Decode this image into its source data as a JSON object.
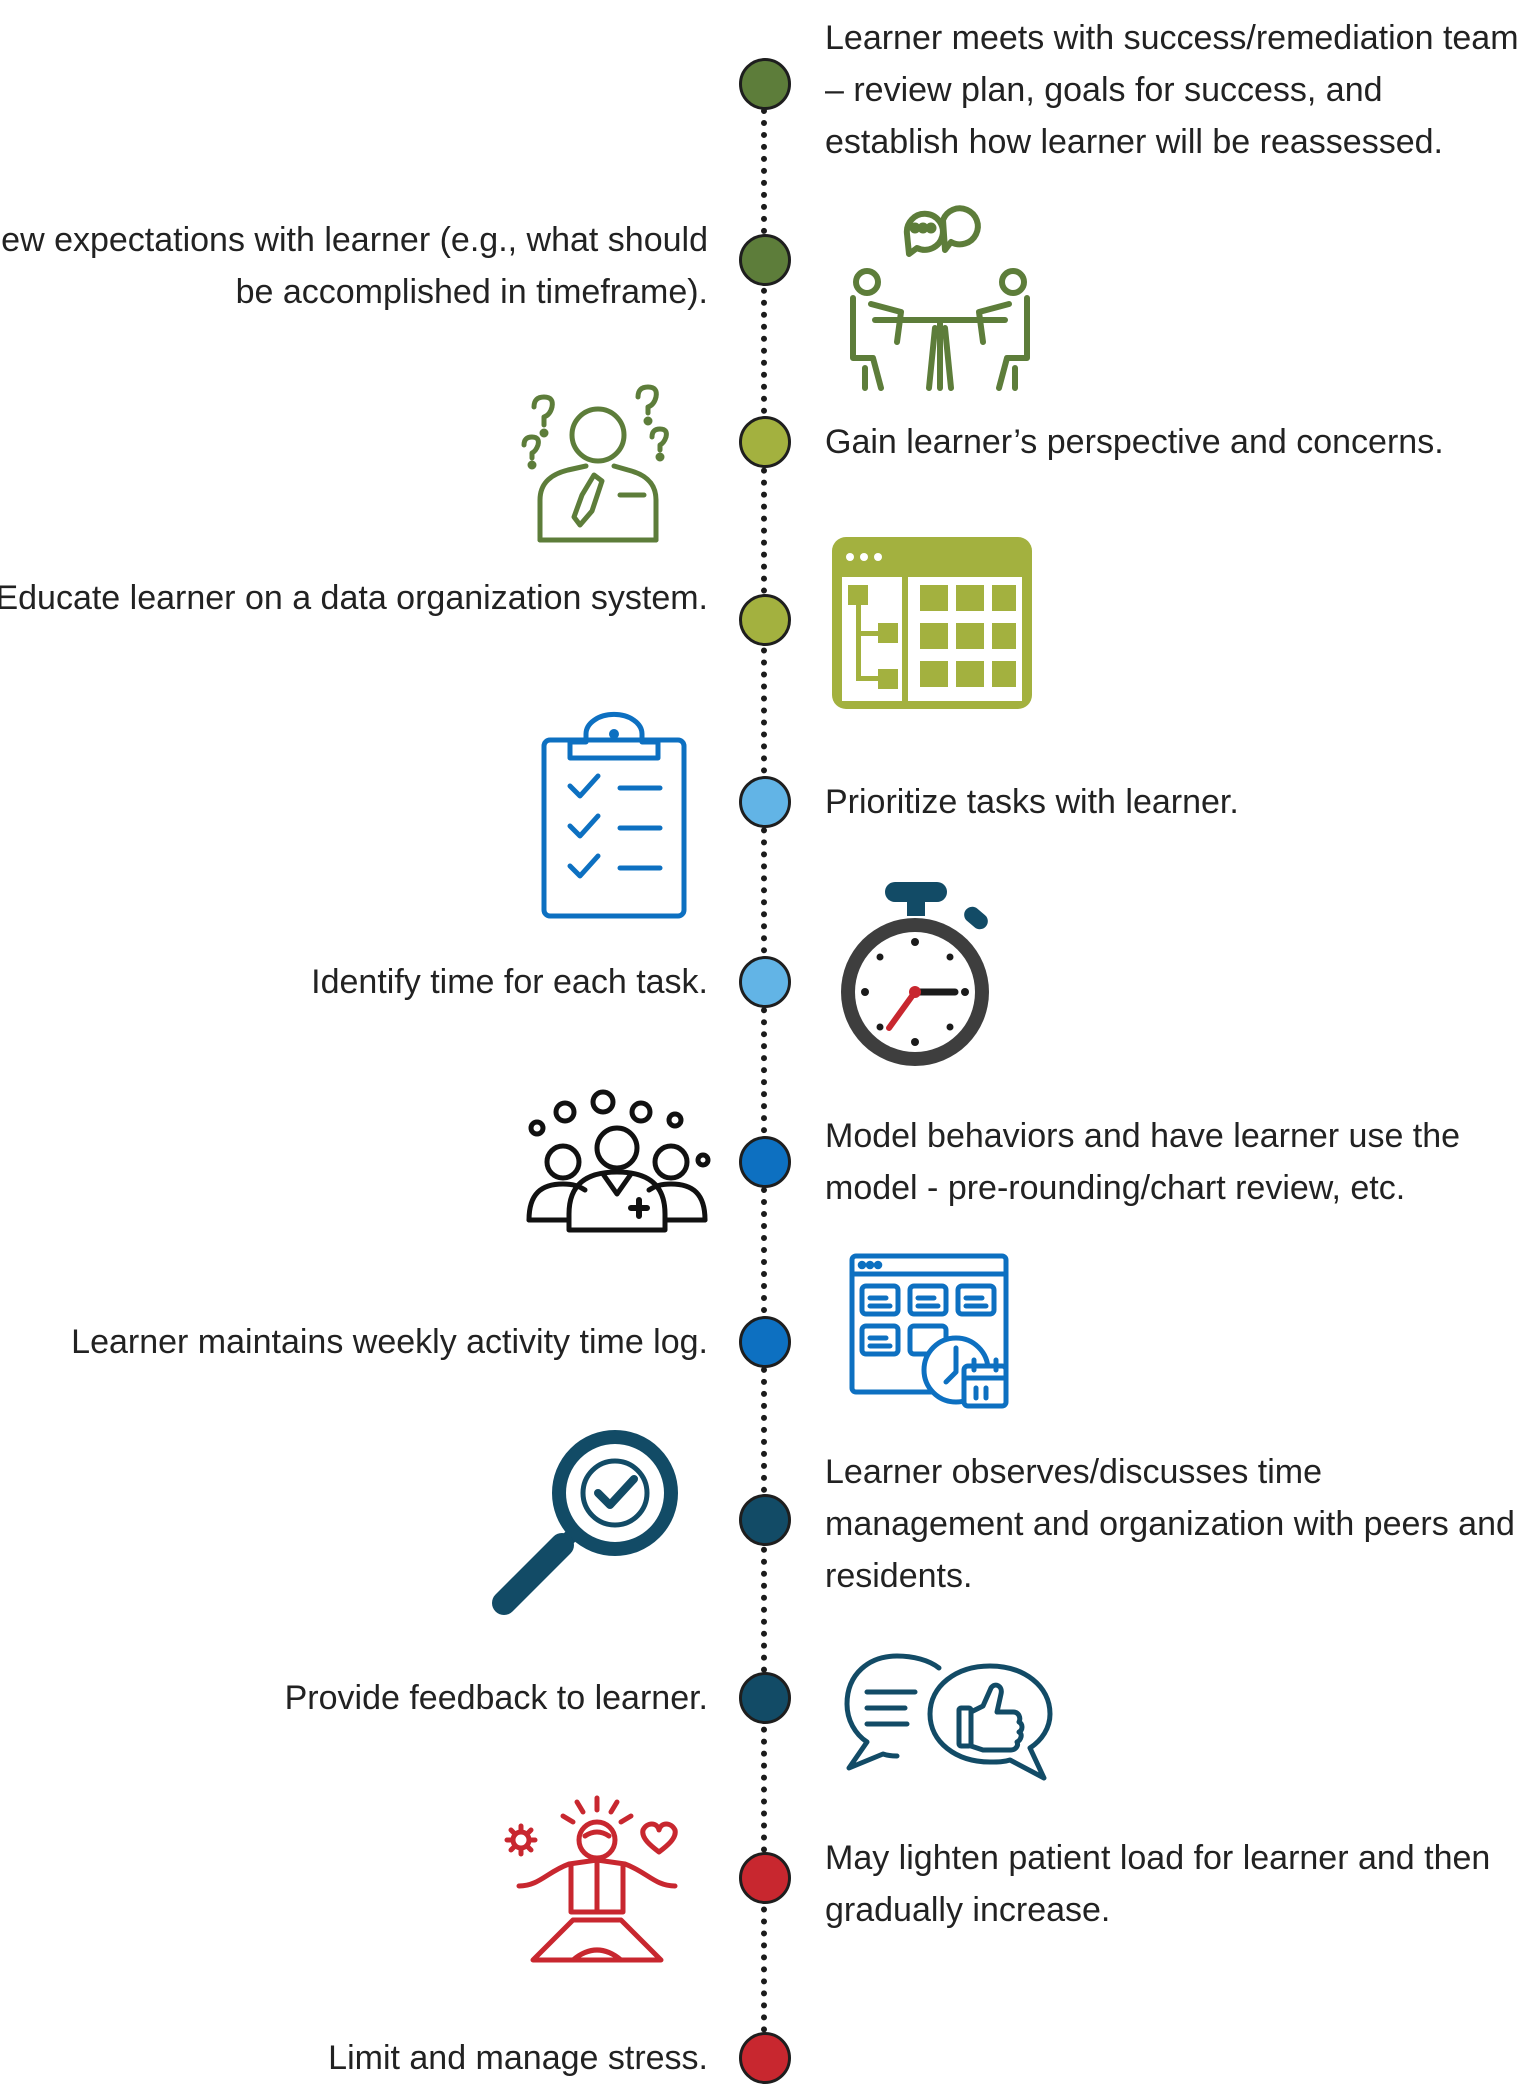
{
  "steps": [
    {
      "id": 1,
      "text": "Learner meets with success/remediation team – review plan, goals for success, and establish how learner will be reassessed.",
      "side": "right",
      "color": "#5d7d3a"
    },
    {
      "id": 2,
      "text": "Review expectations with learner (e.g., what should be accomplished in timeframe).",
      "side": "left",
      "color": "#5d7d3a"
    },
    {
      "id": 3,
      "text": "Gain learner’s perspective and concerns.",
      "side": "right",
      "color": "#a3b13f"
    },
    {
      "id": 4,
      "text": "Educate learner on a data organization system.",
      "side": "left",
      "color": "#a3b13f"
    },
    {
      "id": 5,
      "text": "Prioritize tasks with learner.",
      "side": "right",
      "color": "#62b4e6"
    },
    {
      "id": 6,
      "text": "Identify time for each task.",
      "side": "left",
      "color": "#62b4e6"
    },
    {
      "id": 7,
      "text": "Model behaviors and have learner use the model - pre-rounding/chart review, etc.",
      "side": "right",
      "color": "#0d70c1"
    },
    {
      "id": 8,
      "text": "Learner maintains weekly activity time log.",
      "side": "left",
      "color": "#0d70c1"
    },
    {
      "id": 9,
      "text": "Learner observes/discusses time management and organization with peers and residents.",
      "side": "right",
      "color": "#124b66"
    },
    {
      "id": 10,
      "text": "Provide feedback to learner.",
      "side": "left",
      "color": "#124b66"
    },
    {
      "id": 11,
      "text": "May lighten patient load for learner and then gradually increase.",
      "side": "right",
      "color": "#c8272f"
    },
    {
      "id": 12,
      "text": "Limit and manage stress.",
      "side": "left",
      "color": "#c8272f"
    }
  ],
  "icons": [
    {
      "name": "meeting-icon",
      "color": "#5d7d3a"
    },
    {
      "name": "thinking-person-icon",
      "color": "#5d7d3a"
    },
    {
      "name": "data-table-icon",
      "color": "#a3b13f"
    },
    {
      "name": "checklist-clipboard-icon",
      "color": "#0d70c1"
    },
    {
      "name": "stopwatch-icon",
      "color": "#3e3e3e"
    },
    {
      "name": "team-doctors-icon",
      "color": "#111111"
    },
    {
      "name": "schedule-calendar-icon",
      "color": "#0d70c1"
    },
    {
      "name": "magnifier-check-icon",
      "color": "#124b66"
    },
    {
      "name": "feedback-thumbs-up-icon",
      "color": "#124b66"
    },
    {
      "name": "meditation-icon",
      "color": "#c8272f"
    }
  ]
}
